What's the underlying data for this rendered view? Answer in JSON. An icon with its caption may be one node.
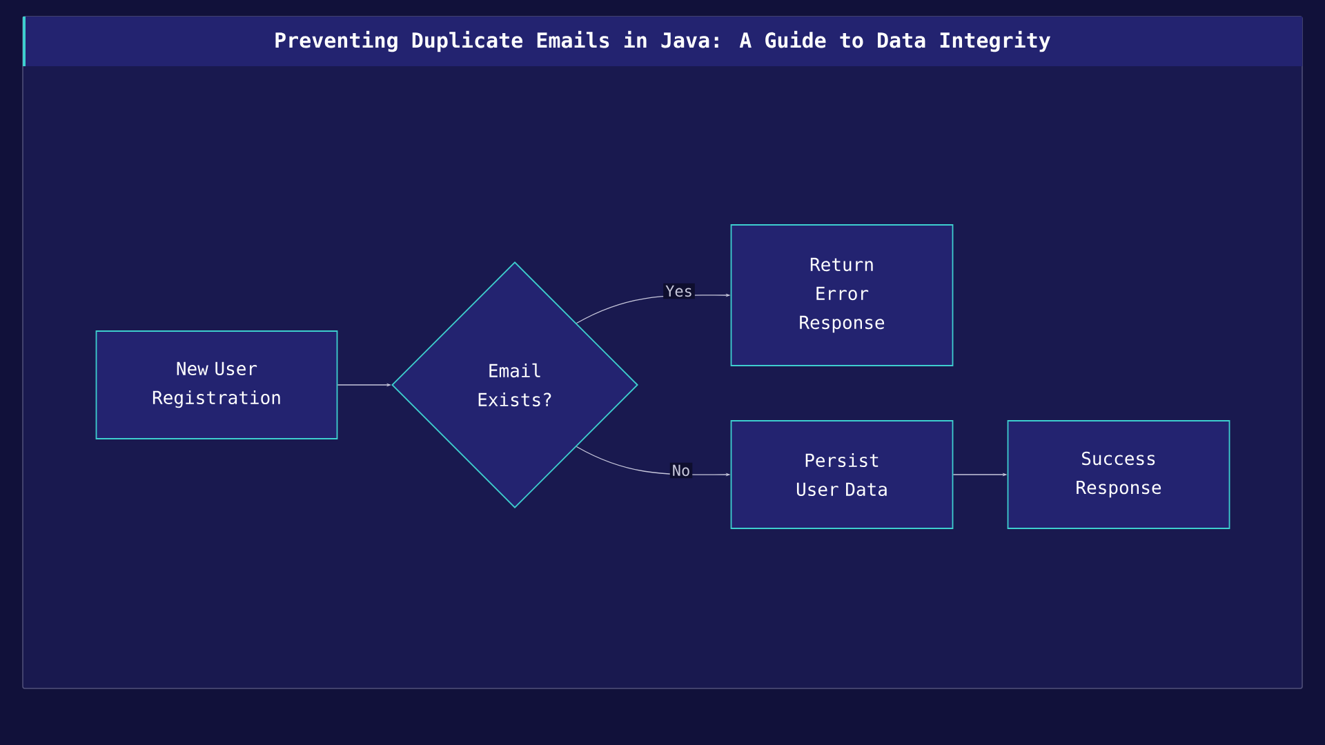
{
  "diagram": {
    "title": "Preventing Duplicate Emails in Java: A Guide to Data Integrity",
    "nodes": [
      {
        "text": [
          "New User Registration"
        ]
      },
      {
        "text": [
          "Email Exists?"
        ]
      },
      {
        "text": [
          "Return Error Response"
        ]
      },
      {
        "text": [
          "Persist User Data"
        ]
      },
      {
        "text": [
          "Success Response"
        ]
      }
    ],
    "edges": [
      {
        "from": 0,
        "to": 1,
        "arrow": "to"
      },
      {
        "from": 1,
        "to": 2,
        "arrow": "to",
        "label": "Yes"
      },
      {
        "from": 1,
        "to": 3,
        "arrow": "to",
        "label": "No"
      },
      {
        "from": 3,
        "to": 4,
        "arrow": "to"
      }
    ]
  }
}
